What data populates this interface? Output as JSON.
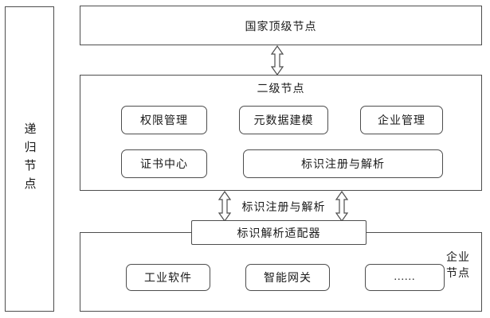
{
  "diagram": {
    "recursive_node_label": "递归节点",
    "top_node_label": "国家顶级节点",
    "second_level": {
      "label": "二级节点",
      "modules": [
        {
          "label": "权限管理"
        },
        {
          "label": "元数据建模"
        },
        {
          "label": "企业管理"
        },
        {
          "label": "证书中心"
        },
        {
          "label": "标识注册与解析"
        }
      ]
    },
    "link_label": "标识注册与解析",
    "adapter_label": "标识解析适配器",
    "enterprise": {
      "label": "企业节点",
      "modules": [
        {
          "label": "工业软件"
        },
        {
          "label": "智能网关"
        },
        {
          "label": "......"
        }
      ]
    },
    "colors": {
      "line": "#4d4d4d"
    }
  }
}
